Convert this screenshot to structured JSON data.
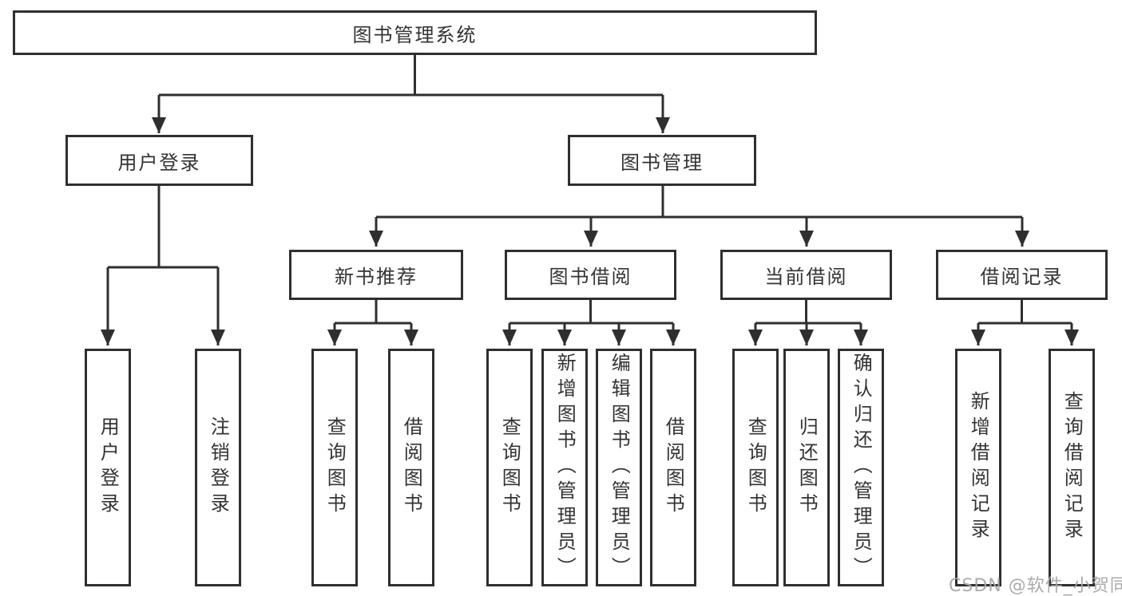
{
  "diagram": {
    "root": {
      "label": "图书管理系统"
    },
    "level2": [
      {
        "label": "用户登录",
        "children": [
          {
            "label": "用户登录"
          },
          {
            "label": "注销登录"
          }
        ]
      },
      {
        "label": "图书管理",
        "children": [
          {
            "label": "新书推荐",
            "children": [
              {
                "label": "查询图书"
              },
              {
                "label": "借阅图书"
              }
            ]
          },
          {
            "label": "图书借阅",
            "children": [
              {
                "label": "查询图书"
              },
              {
                "label": "新增图书（管理员）"
              },
              {
                "label": "编辑图书（管理员）"
              },
              {
                "label": "借阅图书"
              }
            ]
          },
          {
            "label": "当前借阅",
            "children": [
              {
                "label": "查询图书"
              },
              {
                "label": "归还图书"
              },
              {
                "label": "确认归还（管理员）"
              }
            ]
          },
          {
            "label": "借阅记录",
            "children": [
              {
                "label": "新增借阅记录"
              },
              {
                "label": "查询借阅记录"
              }
            ]
          }
        ]
      }
    ]
  },
  "watermark": {
    "text": "CSDN @软件_小贺同学"
  }
}
